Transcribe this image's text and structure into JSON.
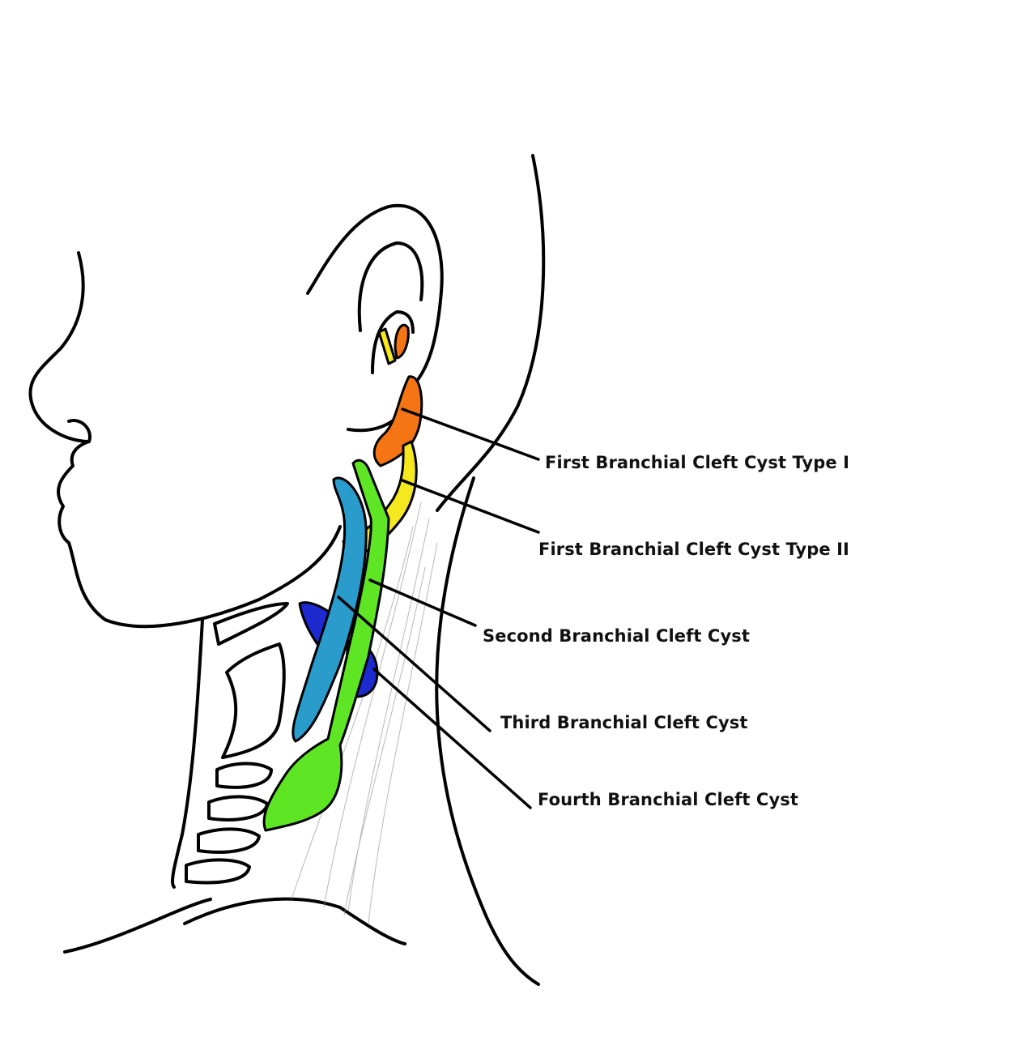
{
  "labels": {
    "first_type1": "First Branchial Cleft Cyst Type I",
    "first_type2": "First Branchial Cleft Cyst Type II",
    "second": "Second Branchial Cleft Cyst",
    "third": "Third Branchial Cleft Cyst",
    "fourth": "Fourth Branchial Cleft Cyst"
  },
  "colors": {
    "first_type1": "#f57414",
    "first_type2": "#f5e81e",
    "second": "#5ee624",
    "third": "#2a9ccc",
    "fourth": "#1c2ad0",
    "outline": "#000000"
  }
}
